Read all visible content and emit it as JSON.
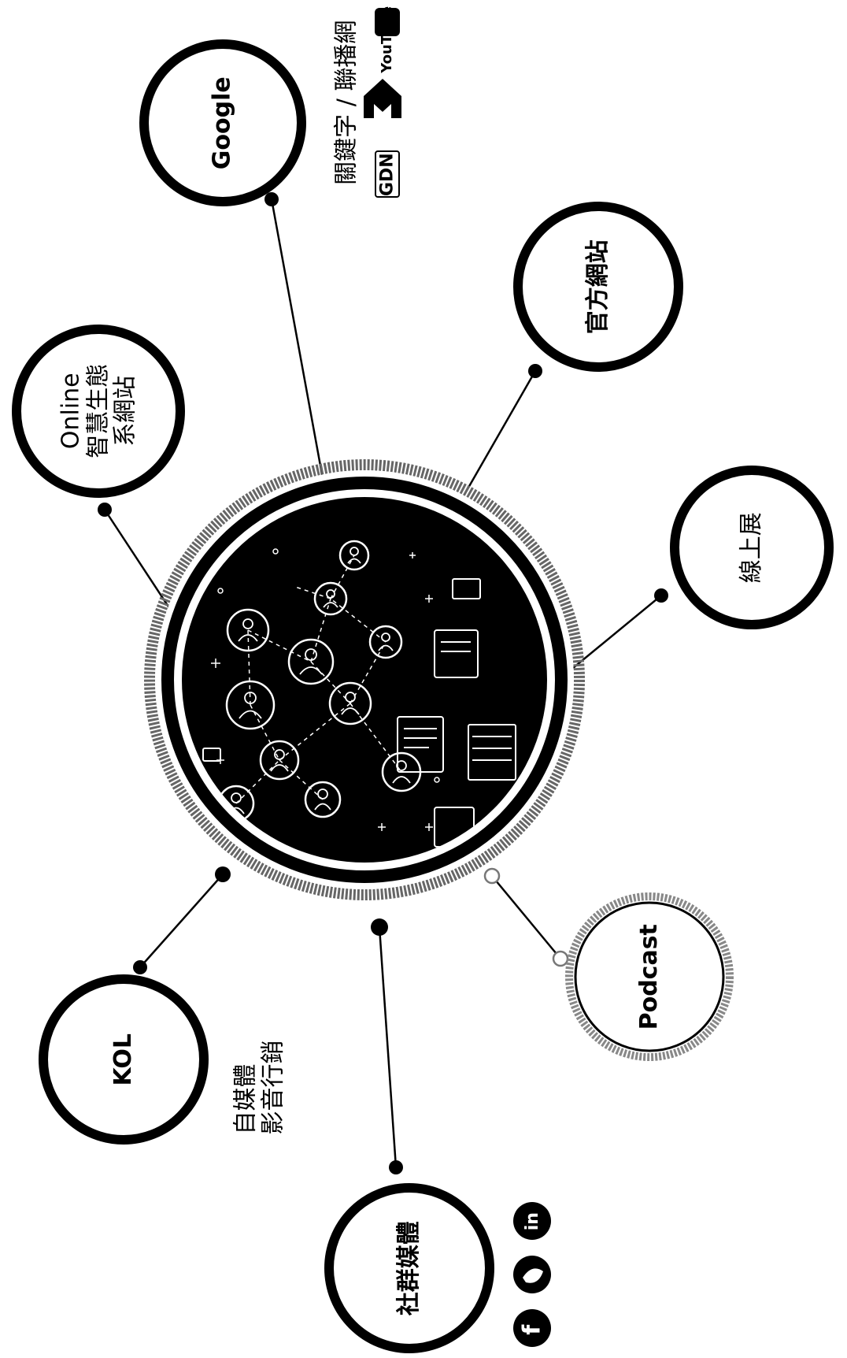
{
  "center": {
    "icon": "social-network-hub-illustration"
  },
  "nodes": {
    "google": {
      "label": "Google"
    },
    "online": {
      "line1": "Online",
      "line2": "智慧生態",
      "line3": "系網站"
    },
    "official": {
      "label": "官方網站"
    },
    "online_exhibition": {
      "label": "線上展"
    },
    "podcast": {
      "label": "Podcast"
    },
    "kol": {
      "label": "KOL"
    },
    "social": {
      "label": "社群媒體"
    }
  },
  "annotations": {
    "google_note": "關鍵字 / 聯播網",
    "kol_note_line1": "自媒體",
    "kol_note_line2": "影音行銷"
  },
  "logos": {
    "gdn": {
      "text": "GDN",
      "icon": "google-display-network-logo"
    },
    "gmail": {
      "text": "M",
      "icon": "gmail-logo"
    },
    "youtube": {
      "text": "YouTube",
      "icon": "youtube-logo"
    }
  },
  "social_icons": [
    {
      "text": "f",
      "icon": "facebook-icon"
    },
    {
      "icon": "twitter-icon"
    },
    {
      "text": "in",
      "icon": "linkedin-icon"
    }
  ],
  "colors": {
    "ink": "#000000",
    "paper": "#ffffff",
    "ring_grey": "#555555"
  }
}
